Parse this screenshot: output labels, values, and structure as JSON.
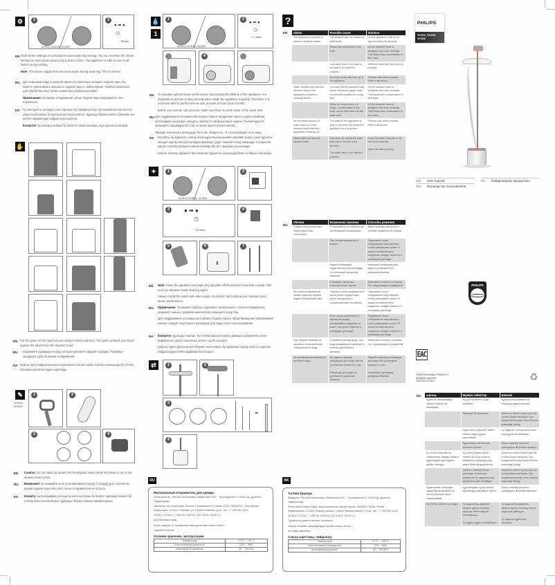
{
  "page1": {
    "section1": {
      "figure_model_label": "GC512 GC516, GC522",
      "time_label": "~ 45 sec.",
      "steps": [
        "1",
        "2"
      ],
      "EN": {
        "lang": "EN",
        "text": "Multi steam settings are provided to save water and energy. You can increase the steam setting for more steam power at any point of time. The appliance is safe to use on all fabrics at any setting.",
        "note_label": "Note",
        "note_text": ": The steam supply hose becomes warm during steaming. This is normal."
      },
      "RU": {
        "lang": "RU",
        "text": "Для экономии воды и энергии имеются различные режимы подачи пара. Вы можете увеличивать мощность подачи пара в любое время. Прибор безопасен для обработки всех типов тканей при любой настройке.",
        "note_label": "Примечание.",
        "note_text": " Во время отпаривания шланг подачи пара нагревается. Это нормально."
      },
      "KK": {
        "lang": "KK",
        "text": "Су мен қуатты үнемдеу үшін бірнеше бу параметрі бар. Бу параметрін кез келген уақытта қосымша бу қуатына арттыра аласыз. Құралды барлық мата түрлеріне кез келген параметрде пайдалануға қауіпсіз.",
        "note_label": "Ескертпе",
        "note_text": ". Бу шығару кезінде бу беретін шланг жылиды. Бұл қалыпты жағдай."
      }
    },
    "section2": {
      "EN": {
        "lang": "EN",
        "text": "Put the glove on the hand you are using to hold a garment. The glove protects your hand against the steam from the steamer head."
      },
      "RU": {
        "lang": "RU",
        "text": "Надевайте рукавицу на руку, которой держите предмет одежды. Рукавица защищает руку во время отпаривания."
      },
      "KK": {
        "lang": "KK",
        "text": "Киім ұстауға пайдаланылатын қолыңызға қолғап киіңіз. Қолғап қолыңызды бу үтігінің басынан шығатын будан қорғайды."
      }
    },
    "section3": {
      "models": "GC516\nGC522",
      "steps": [
        "1",
        "2",
        "3",
        "4"
      ],
      "EN": {
        "lang": "EN",
        "caution_label": "Caution",
        "text": ": Do not attach or detach the brush/pleat maker while the steam is on or the steamer head is hot."
      },
      "RU": {
        "lang": "RU",
        "caution_label": "Внимание!",
        "text": " Не снимайте и не устанавливайте щетку / насадку для стрелок во время подачи пара или пока сопло отпаривателя не остыло."
      },
      "KK": {
        "lang": "KK",
        "caution_label": "Ескерту",
        "text": ": щетка/қыйрық салғышты және щетканы бу берілп тұрғанда немесе бу үтігінің басы ыстық болып тұрғанда тағушы немесе ажыраспаңыз."
      }
    }
  },
  "page2": {
    "section1": {
      "figure_model_label": "GC512 GC516, GC522",
      "time_label": "> 1 hour",
      "steps": [
        "1",
        "2",
        "3",
        "4",
        "5"
      ],
      "EN": {
        "lang": "EN",
        "text": "To maintain optimal steam performance and prolong the lifetime of the appliance, it is important to remove scales and impurities inside the appliance regularly. Therefore, it is recommended to perform the de-calc process at least once a month.",
        "text2": "Before you start de-calc process, make sure there is some water in the water tank."
      },
      "RU": {
        "lang": "RU",
        "text": "Для поддержания оптимальной подачи пара и продления срока службы прибора необходимо регулярно очищать прибор от загрязнений и накипи. Рекомендуется проводить процедуру De-Calc не реже одного раза в месяц.",
        "text2": "Прежде чем начать процедуру De-Calc, убедитесь, что в резервуаре есть вода."
      },
      "KK": {
        "lang": "KK",
        "text": "Оңтайлы бу жұмысын сақтау және құрылғының қызмет мерзімін ұзарту үшін құрылғы ішіндегі қақтар мен қоспаларды мерзімді түрде тазалап отыру маңызды. Сондықтан қақтан тазалау процесін айына кемінде бір рет орындау ұсынылады.",
        "text2": "Қақтан тазалау процесін бастамастан бұрын су ыдысында біраз су барын тексеріңіз."
      }
    },
    "section2": {
      "figure_model_label": "GC512 GC516, GC522",
      "time_label": "~ 10 mins.",
      "steps": [
        "1",
        "2",
        "3",
        "4",
        "5",
        "6",
        "7"
      ],
      "EN": {
        "lang": "EN",
        "note_label": "Note",
        "text": ": Clean the appliance and wipe any deposits off the steamer head with a damp cloth and non-abrasive liquid cleaning agent.",
        "text2": "Always empty the water tank after usage, to prevent calc build-up and maintain good steam performance."
      },
      "RU": {
        "lang": "RU",
        "note_label": "Примечание",
        "text": ". Очищайте прибор и удаляйте загрязнения с сопла отпаривателя влажной тканью с добавлением мягкого моющего средства.",
        "text2": "Для поддержания оптимального уровня подачи пара и предотвращения образования накипи следует опустошать резервуар для воды после использования."
      },
      "KK": {
        "lang": "KK",
        "note_label": "Ескертпе",
        "text": ": құралды тазалап, бу үтігінің басынан қақты дымқыл шүберекпен және қырмайтын сұйық тазалағыш затпен сүртіп алыңыз.",
        "text2": "Қақтың тұрып қалуына жол бермеу және жақсы бу жұмысын сақтау үшін су ыдысын пайдаланудан кейін әрдайым босатыңыз."
      }
    },
    "section3": {
      "steps": [
        "1",
        "2",
        "3",
        "4"
      ]
    },
    "infobox_RU": {
      "lang": "RU",
      "title": "Вертикальный отпариватель для одежды",
      "lines": [
        "Изготовитель: \"Филипс Консьюмер Лайфстайл Б.В.\", Туссендиепен 4, 9206 АД, Драхтен, Нидерланды.",
        "Импортер на территорию России и Таможенного Союза: ООО \"ФИЛИПС\", Российская Федерация, 123022 г. Москва, ул. Сергея Макеева, д.13, тел. +7 495 961-1111",
        "GC512, GC516 -> 1350 Вт-1600 Вт, 220-240 В, 50-60 Гц",
        "Для бытовых нужд",
        "Класс защиты от поражения электрическим током: Класс I",
        "Сделано в Китае"
      ],
      "conditions_title": "Условия хранения, эксплуатации",
      "conditions": [
        {
          "label": "Температура",
          "value": "+0 °C ~ +35 °C"
        },
        {
          "label": "Относительная влажность",
          "value": "20% ~ 95%"
        },
        {
          "label": "Атмосферное давление",
          "value": "85 ~ 109 kPa"
        }
      ]
    }
  },
  "page3": {
    "troubleshooting_EN": {
      "lang": "EN",
      "headers": [
        "oblem",
        "Possible cause",
        "Solution"
      ],
      "rows": [
        {
          "problem": "The appliance produces no steam or irregular steam.",
          "cause": "The steamer has not heated up sufficiently.",
          "solution": "Let the appliance heat up for approximately 45 seconds.",
          "shade": "white"
        },
        {
          "problem": "",
          "cause": "Steam has condensed in the hose.",
          "solution": "Lift the steamer head to straighten the hose vertically. This allows any condensation to flow back.",
          "shade": "shade"
        },
        {
          "problem": "",
          "cause": "Low water level in the tank or the tank is not inserted properly.",
          "solution": "Refill the water tank and insert it properly.",
          "shade": "white"
        },
        {
          "problem": "",
          "cause": "Too much scale has built up in the appliance.",
          "solution": "Perform calc-clean process. Refer to ■ section.",
          "shade": "shade"
        },
        {
          "problem": "Water droplets drip from the steamer head or the appliance produces a croaking sound.",
          "cause": "You have left the steamer head and/or the steam supply hose in horizontal position for a long time.",
          "solution": "Lift the steamer head to straighten the hose vertically. This allows any condensation to flow back.",
          "shade": "white"
        },
        {
          "problem": "",
          "cause": "When the hose forms a U-shape, condensation in the hose cannot flow back into the water tank.",
          "solution": "Lift the steamer head to straighten the hose vertically. This allows any condensation to flow back.",
          "shade": "shade"
        },
        {
          "problem": "An excessive amount of water drips out of the steamer head when the appliance is heating up.",
          "cause": "The water in the appliance is dirty or has been left inside the appliance for a long time.",
          "solution": "Perform calc-clean process. Refer to ■ section.",
          "shade": "white"
        },
        {
          "problem": "Water leaks out from the steamer base.",
          "cause": "You have not closed the water tank cap or de-calc knob securely.\n\nThe water tank is not inserted properly.",
          "solution": "Close the water tank cap or de-calc knob securely.\n\nInsert the tank properly.",
          "shade": "shadeall"
        }
      ]
    },
    "troubleshooting_RU": {
      "lang": "RU",
      "headers": [
        "облема",
        "Возможная причина",
        "Способы решения"
      ],
      "rows": [
        {
          "problem": "Подача пара происходит нерегулярно или отсутствует.",
          "cause": "Отпариватель не нагрелся до необходимой температуры.",
          "solution": "Дайте прибору нагреться в течение примерно 45 секунд.",
          "shade": "white"
        },
        {
          "problem": "",
          "cause": "Пар сконденсировался в шланге.",
          "solution": "Поднимите сопло отпаривателя вертикально, чтобы распрямить шланг. В таком положении весь конденсат попадет обратно в резервуар для воды.",
          "shade": "shade"
        },
        {
          "problem": "",
          "cause": "Воды в резервуаре недостаточно или резервуар не установлен должным образом.",
          "solution": "Наполните резервуар для воды и установите его должным образом.",
          "shade": "white"
        },
        {
          "problem": "",
          "cause": "В приборе скопилось слишком много накипи.",
          "solution": "Выполните очистку от накипи. См. информацию в разделе ■",
          "shade": "shade"
        },
        {
          "problem": "Из сопла отпаривателя капает вода или прибор издает булькающий звук.",
          "cause": "Паровое сопло отпаривателя и/или шланг подачи пара долго находились в горизонтальном положении.",
          "solution": "Поднимите сопло отпаривателя вертикально, чтобы распрямить шланг. В таком положении весь конденсат попадет обратно в резервуар для воды.",
          "shade": "white"
        },
        {
          "problem": "",
          "cause": "Если шланг принимает U-образную форму, скопившийся конденсат не может поступать обратно в резервуар для воды.",
          "solution": "Поднимите сопло отпаривателя вертикально, чтобы распрямить шланг. В таком положении весь конденсат попадет обратно в резервуар для воды.",
          "shade": "shade"
        },
        {
          "problem": "При нагреве прибора из парового сопла вытекает слишком много воды.",
          "cause": "В приборе грязная вода, или вода находилась в приборе в течение длительного времени.",
          "solution": "Выполните очистку от накипи. См. информацию в разделе ■",
          "shade": "white"
        },
        {
          "problem": "Из основания отпаривателя вытекает вода.",
          "cause": "Не закрыта крышка резервуара для воды или не установлен клапан De-Calc.\n\nРезервуар для воды не установлен должным образом.",
          "solution": "Закройте крышку резервуара для воды или установите клапан De-Calc.\n\nУстановите резервуар должным образом.",
          "shade": "shadeall"
        }
      ]
    },
    "infobox_KK": {
      "lang": "KK",
      "title": "Тік Киім буқалқы",
      "lines": [
        "Өндіруші: \"Филипс Консьюмер Лайфстайл Б.В.\", Туссендиепен 4, 9206 АД, Драхтен, Нидерланды.",
        "Ресей және Кеден Одақ территориясына импорттаушы: ФИЛИПС ЖШҚ, Ресей Федерациясы, 123022 Мәскеу қаласы, Сергей Макеев көшесі, 13-үй, тел. +7 495 961-1111.",
        "GC512, GC516 -> 1350 Вт-1600 Вт, 220-240 В, 50-60 Гц",
        "Тұрмыстық қажеттіліктерге арналған",
        "Электр тоғымен зақымданудан қорғау класы: Класс I",
        "Қытайда жасалған"
      ],
      "conditions_title": "Сақтау шарттары, пайдалану",
      "conditions": [
        {
          "label": "Температура",
          "value": "+0 °C ~ +35 °C"
        },
        {
          "label": "Салыстырмалы ылғалдылық",
          "value": "20% ~ 95%"
        },
        {
          "label": "Атмосфералық қысым",
          "value": "85 ~ 109 kPa"
        }
      ]
    }
  },
  "page4": {
    "cover": {
      "brand": "PHILIPS",
      "models": "GC512, GC516,\nGC522",
      "manuals": [
        {
          "code": "EN",
          "label": "User manual"
        },
        {
          "code": "RU",
          "label": "Руководство пользователя"
        },
        {
          "code": "KK",
          "label": "Пайдаланушы нұсқаулығы"
        }
      ]
    },
    "back": {
      "shield_text": "PHILIPS",
      "eac": "EAC",
      "copyright": "©2020 Koninklijke Philips N.V.\nAll rights reserved.\n4239.000.0784.6"
    },
    "troubleshooting_KK": {
      "lang": "KK",
      "headers": [
        "ырлық",
        "Мүмкін себептер",
        "Шешімі"
      ],
      "rows": [
        {
          "problem": "Құрал бу шығармайды немесе жүйесіз бу шығарады.",
          "cause": "Бу үтігі жеткілікті түрде қызбаған.",
          "solution": "Құрылғыны шамамен 45 секунд қыздыра алыңыз.",
          "shade": "white"
        },
        {
          "problem": "",
          "cause": "Шлангіде бу жиналған.",
          "solution": "Шлангты тігінен түзету үшін бу үтігінің басын көтеріңіз. Бұл конденсаттың кері агып кетуіне мүмкіндік береді.",
          "shade": "shade"
        },
        {
          "problem": "",
          "cause": "Ыдыстағы су деңгейі төмен немесе ыдыс дұрыс салынбаған.",
          "solution": "Су ыдысын толтырыңыз және оны дұрыстап жабыңыз.",
          "shade": "white"
        },
        {
          "problem": "",
          "cause": "Құрылғыда тым көп қақ жиналып қалған.",
          "solution": "Қақты тазалау процесін орындаңыз. ■ бөлімін қараңыз.",
          "shade": "shade"
        },
        {
          "problem": "Бу үтігінің басынан су тамшылары тамады немесе құрылғыдан құрылдаған дыбыс шығады.",
          "cause": "Бу үтігінің басын және/ немесе бу беру шлангін көлденең позицияда ұзақ уақыт бойы қалдырғансыз.",
          "solution": "Шлангты тігінен түзету үшін бу үтігінің басын көтеріңіз. Бұл конденсаттың кері агып кетуіне мүмкіндік береді.",
          "shade": "white"
        },
        {
          "problem": "",
          "cause": "Шланг U пішінді болып қалғанда, шлангтағы конденсат су ыдысына кері қарай ағып кіре алмайды.",
          "solution": "Шлангты тігінен түзету үшін бу үтігінің басын көтеріңіз. Бұл конденсаттың кері агып кетуіне мүмкіндік береді.",
          "shade": "shade"
        },
        {
          "problem": "Құрал қызып жатқанда судың артық мөлшері су үтігінің басынан ақпа тамшылайды.",
          "cause": "Құрылғыдағы су кір немесе құрылғыда ұзақ уақыт тұрған.",
          "solution": "Қақты тазалау процесін орындаңыз. ■ бөлімін қараңыз.",
          "shade": "white"
        },
        {
          "problem": "Бу үтігінің түбінен су ағады.",
          "cause": "Су ыдысының қақпағын немесе қақтан тазалау қалқаны тетігін мықтап жаппағансыз.\n\nСу ыдысы дұрыс салынбаған.",
          "solution": "Су ыдысының қақпағын немесе қақтан тазалау тетігін жақсылап жабыңыз.\n\nСу ыдысын дұрыстап салыңыз.",
          "shade": "shadeall"
        }
      ]
    }
  }
}
